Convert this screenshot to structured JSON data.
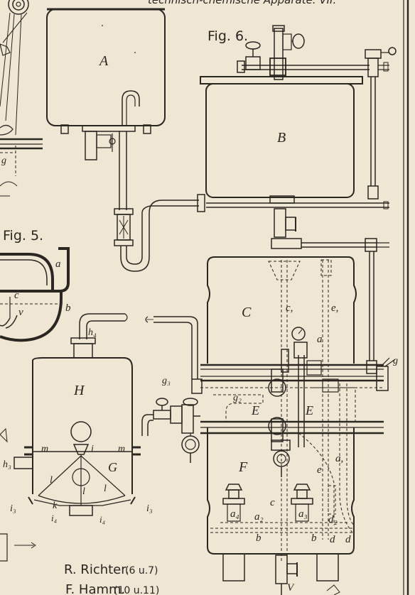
{
  "header": {
    "partial_text": "technisch-chemische Apparate. VII."
  },
  "figures": {
    "fig5": {
      "caption": "Fig. 5.",
      "labels": {
        "a": "a",
        "b": "b",
        "c": "c",
        "v": "v"
      }
    },
    "fig6": {
      "caption": "Fig. 6."
    }
  },
  "labels": {
    "A": "A",
    "B": "B",
    "C": "C",
    "E_left": "E",
    "E_right": "E",
    "F": "F",
    "G": "G",
    "H": "H",
    "V": "V",
    "g_top_left": "g",
    "g_right": "g",
    "g3": "g₃",
    "g2": "g₂",
    "h4": "h₄",
    "h3": "h₃",
    "m_left": "m",
    "m_right": "m",
    "i": "i",
    "l_left": "l",
    "l_mid": "l",
    "l_right": "l",
    "k": "k",
    "i3_left": "i₃",
    "i3_right": "i₃",
    "i4_left": "i₄",
    "i4_right": "i₄",
    "c1": "c,",
    "e1": "e,",
    "a_gauge": "a",
    "a1": "a,",
    "e_low": "e",
    "c_low": "c",
    "a4": "a₄",
    "a2": "a₂",
    "a3": "a₃",
    "d2": "d₂",
    "b_left": "b",
    "b_right": "b",
    "d_left": "d",
    "d_right": "d"
  },
  "credits": [
    {
      "name": "R. Richter.",
      "figs": "(6 u.7)"
    },
    {
      "name": "F. Hamm.",
      "figs": "(10 u.11)"
    }
  ],
  "colors": {
    "paper": "#efe6d3",
    "ink": "#2a2622"
  }
}
